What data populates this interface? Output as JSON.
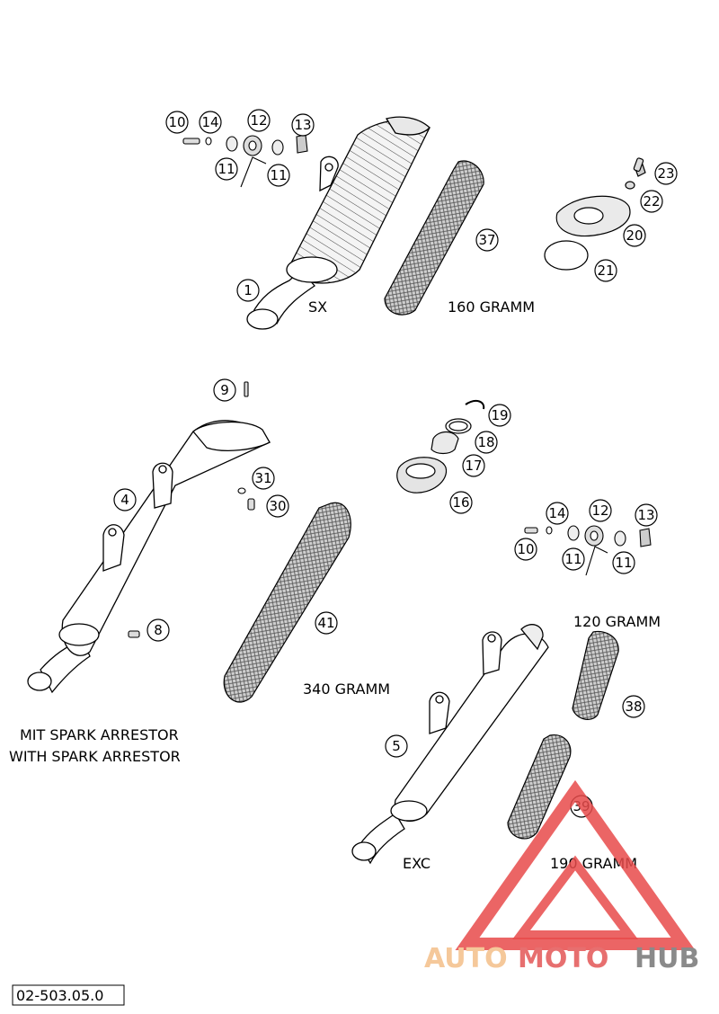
{
  "callouts": {
    "c1": "1",
    "c4": "4",
    "c5": "5",
    "c8": "8",
    "c9": "9",
    "c10a": "10",
    "c10b": "10",
    "c11a": "11",
    "c11b": "11",
    "c11c": "11",
    "c11d": "11",
    "c12a": "12",
    "c12b": "12",
    "c13a": "13",
    "c13b": "13",
    "c14a": "14",
    "c14b": "14",
    "c16": "16",
    "c17": "17",
    "c18": "18",
    "c19": "19",
    "c20": "20",
    "c21": "21",
    "c22": "22",
    "c23": "23",
    "c30": "30",
    "c31": "31",
    "c37": "37",
    "c38": "38",
    "c39": "39",
    "c41": "41"
  },
  "labels": {
    "sx": "SX",
    "gramm160": "160 GRAMM",
    "gramm340": "340 GRAMM",
    "gramm120": "120 GRAMM",
    "gramm190": "190 GRAMM",
    "exc": "EXC",
    "arrestor_de": "MIT SPARK ARRESTOR",
    "arrestor_en": "WITH SPARK ARRESTOR"
  },
  "watermark": {
    "part1": "AUTO",
    "part2": "MOTO",
    "part3": "HUB",
    "colors": {
      "auto": "#f5c89a",
      "moto": "#e76f6f",
      "hub": "#8a8a8a",
      "triangle": "#e84a4a"
    }
  },
  "reference": "02-503.05.0"
}
